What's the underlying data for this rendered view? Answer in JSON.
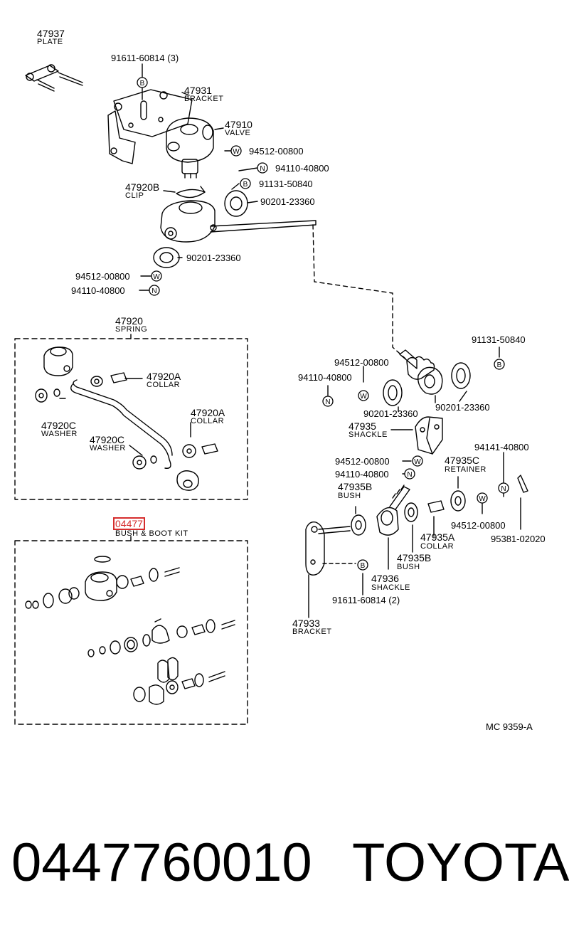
{
  "diagram": {
    "top_assembly": {
      "plate": {
        "num": "47937",
        "name": "PLATE"
      },
      "bolt_top": "91611-60814 (3)",
      "bracket": {
        "num": "47931",
        "name": "BRACKET"
      },
      "valve": {
        "num": "47910",
        "name": "VALVE"
      },
      "washer_a": "94512-00800",
      "nut_a": "94110-40800",
      "bolt_b": "91131-50840",
      "gasket_a": "90201-23360",
      "clip": {
        "num": "47920B",
        "name": "CLIP"
      },
      "gasket_b": "90201-23360",
      "washer_b": "94512-00800",
      "nut_b": "94110-40800"
    },
    "spring_box": {
      "spring": {
        "num": "47920",
        "name": "SPRING"
      },
      "collar_a": {
        "num": "47920A",
        "name": "COLLAR"
      },
      "washer_left": {
        "num": "47920C",
        "name": "WASHER"
      },
      "collar_b": {
        "num": "47920A",
        "name": "COLLAR"
      },
      "washer_mid": {
        "num": "47920C",
        "name": "WASHER"
      }
    },
    "kit_box": {
      "kit_num": "04477",
      "kit_name": "BUSH & BOOT KIT"
    },
    "right_assembly": {
      "bolt_c": "91131-50840",
      "washer_c": "94512-00800",
      "nut_c": "94110-40800",
      "gasket_c": "90201-23360",
      "gasket_d": "90201-23360",
      "shackle_upper": {
        "num": "47935",
        "name": "SHACKLE"
      },
      "washer_d": "94512-00800",
      "nut_d": "94110-40800",
      "nut_e": "94141-40800",
      "retainer": {
        "num": "47935C",
        "name": "RETAINER"
      },
      "bush_b_upper": {
        "num": "47935B",
        "name": "BUSH"
      },
      "collar_c": {
        "num": "47935A",
        "name": "COLLAR"
      },
      "washer_e": "94512-00800",
      "pin": "95381-02020",
      "bush_b_lower": {
        "num": "47935B",
        "name": "BUSH"
      },
      "shackle_lower": {
        "num": "47936",
        "name": "SHACKLE"
      },
      "bolt_d": "91611-60814 (2)",
      "bracket_lower": {
        "num": "47933",
        "name": "BRACKET"
      }
    },
    "figure_code": "MC 9359-A",
    "symbols": {
      "bolt": "B",
      "washer": "W",
      "nut": "N"
    }
  },
  "footer": {
    "part_number": "0447760010",
    "brand": "TOYOTA"
  }
}
